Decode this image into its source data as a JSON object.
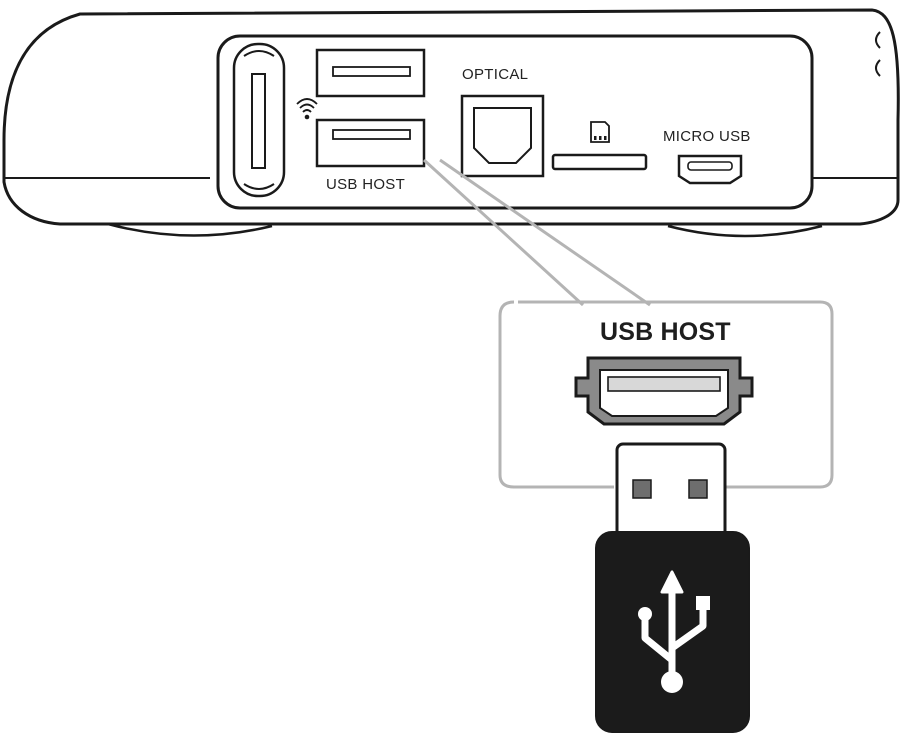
{
  "labels": {
    "optical": "OPTICAL",
    "micro_usb": "MICRO USB",
    "usb_host": "USB HOST",
    "callout_usb_host": "USB HOST"
  },
  "icons": {
    "wifi": "wifi-icon",
    "sd_card": "sd-card-icon",
    "usb": "usb-symbol-icon"
  },
  "colors": {
    "outline": "#1a1a1a",
    "callout_border": "#b4b4b4",
    "usb_drive_body": "#1b1b1b",
    "usb_symbol": "#ffffff",
    "connector_contacts": "#6e6e6e"
  }
}
